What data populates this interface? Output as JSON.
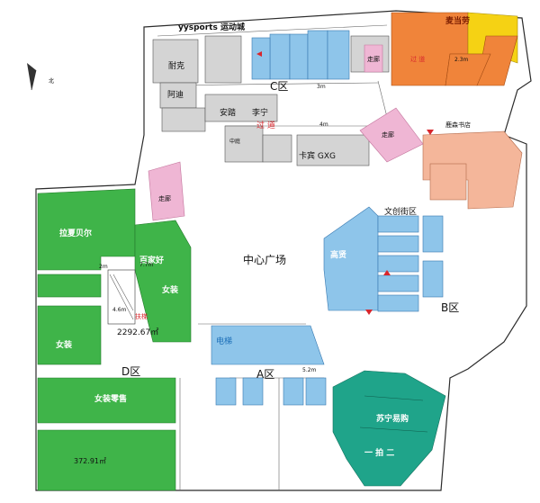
{
  "header": {
    "title": "yysports 运动城"
  },
  "center": {
    "label": "中心广场"
  },
  "zones": {
    "a": "A区",
    "b": "B区",
    "c": "C区",
    "d": "D区"
  },
  "compass": {
    "north": "北"
  },
  "stores": {
    "mcdonalds": "麦当劳",
    "nike": "耐克",
    "adidas": "阿迪",
    "anta": "安踏",
    "lining": "李宁",
    "kappa_gxg": "卡宾 GXG",
    "bookstore": "鹿森书店",
    "wenchuang": "文创街区",
    "gaoxin": "高贤",
    "lachapelle": "拉夏贝尔",
    "baijiahao": "百家好",
    "womens_a": "女装",
    "womens_b": "女装",
    "womens_retail": "女装零售",
    "suning": "苏宁易购",
    "yiyan": "一 拍 二"
  },
  "labels": {
    "guodao_1": "过 道",
    "guodao_2": "过 道",
    "zoulang_1": "走廊",
    "zoulang_2": "走廊",
    "zoulang_3": "走廊",
    "elevator": "电梯",
    "escalator": "扶梯",
    "zhongting": "中庭",
    "area_d": "2292.67㎡",
    "area_retail": "372.91㎡",
    "dim_5_2": "5.2m",
    "dim_2m": "2m",
    "dim_7_7": "7.7m",
    "dim_4_6": "4.6m",
    "dim_3m": "3m",
    "dim_4m": "4m",
    "dim_2_3": "2.3m"
  },
  "colors": {
    "green": "#3fb449",
    "blue": "#8ec5ea",
    "teal": "#1fa48a",
    "orange": "#f0843a",
    "yellow": "#f5d214",
    "pink": "#efb6d4",
    "salmon": "#f4b69a",
    "grey": "#cfcfcf"
  }
}
